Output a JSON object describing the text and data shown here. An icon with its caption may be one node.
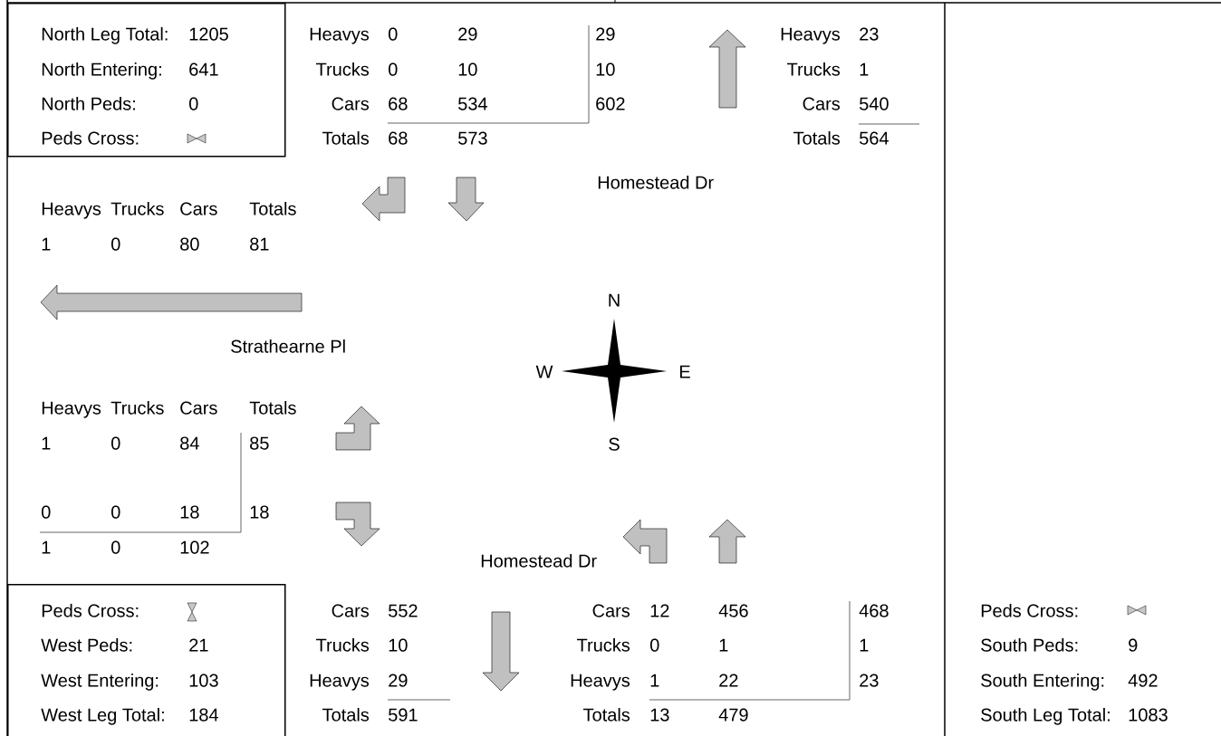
{
  "diagram": {
    "nodes": [
      {
        "text": [
          "North Leg Total:",
          "1205",
          "North Entering:",
          "641",
          "North Peds:",
          "0",
          "Peds Cross:"
        ]
      },
      {
        "text": [
          "Peds Cross:",
          "West Peds:",
          "21",
          "West Entering:",
          "103",
          "West Leg Total:",
          "184"
        ]
      }
    ],
    "labels": [
      "Heavys",
      "0",
      "29",
      "29",
      "Heavys",
      "23",
      "Trucks",
      "0",
      "10",
      "10",
      "Trucks",
      "1",
      "Cars",
      "68",
      "534",
      "602",
      "Cars",
      "540",
      "Totals",
      "68",
      "573",
      "Totals",
      "564",
      "Homestead Dr",
      "Heavys",
      "Trucks",
      "Cars",
      "Totals",
      "1",
      "0",
      "80",
      "81",
      "N",
      "Strathearne Pl",
      "W",
      "E",
      "Heavys",
      "Trucks",
      "Cars",
      "Totals",
      "1",
      "0",
      "84",
      "85",
      "S",
      "0",
      "0",
      "18",
      "18",
      "1",
      "0",
      "102",
      "Homestead Dr",
      "Cars",
      "552",
      "Cars",
      "12",
      "456",
      "468",
      "Peds Cross:",
      "Trucks",
      "10",
      "Trucks",
      "0",
      "1",
      "1",
      "South Peds:",
      "9",
      "Heavys",
      "29",
      "Heavys",
      "1",
      "22",
      "23",
      "South Entering:",
      "492",
      "Totals",
      "591",
      "Totals",
      "13",
      "479",
      "South Leg Total:",
      "1083"
    ]
  }
}
